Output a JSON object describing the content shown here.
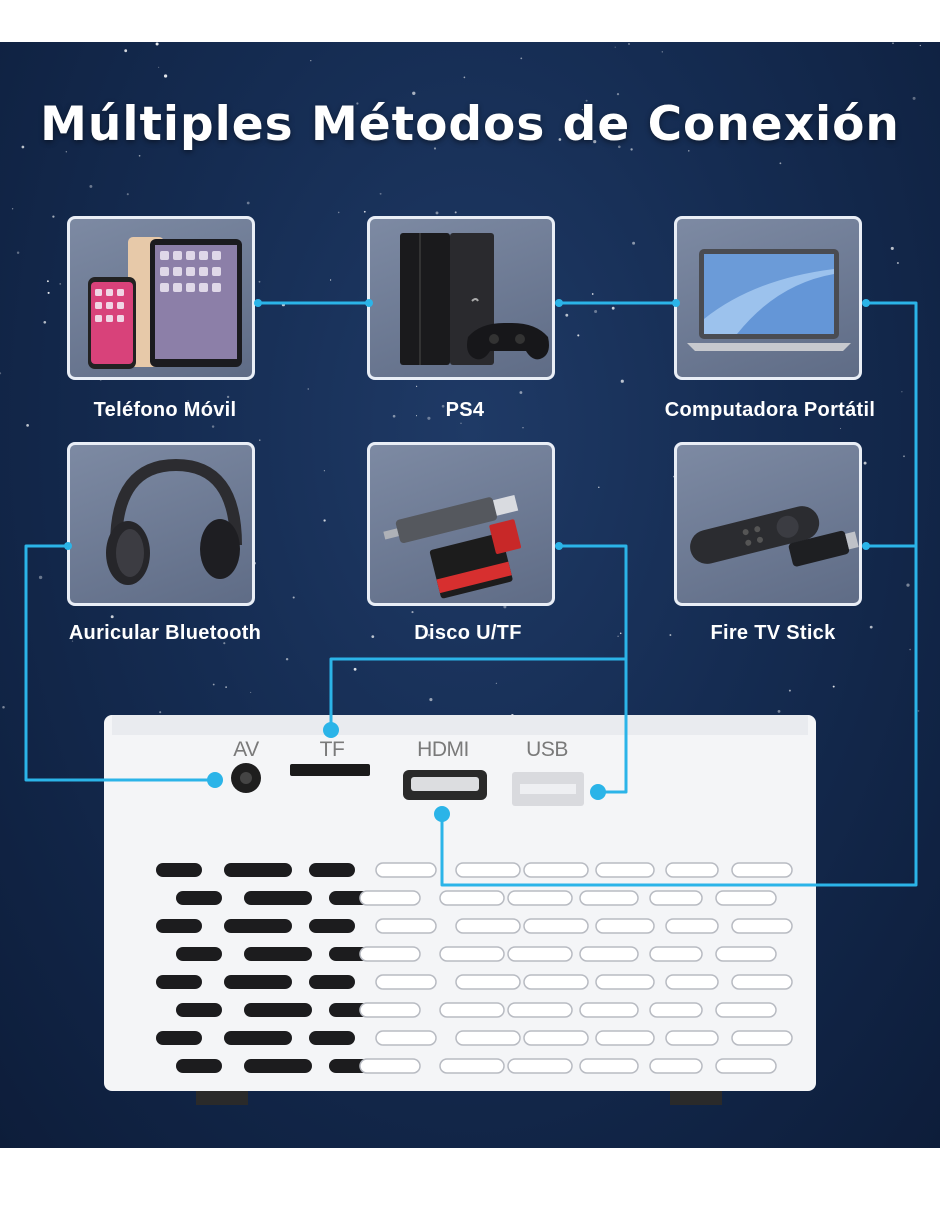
{
  "title": "Múltiples Métodos de Conexión",
  "devices": {
    "phone": "Teléfono Móvil",
    "ps4": "PS4",
    "laptop": "Computadora Portátil",
    "headphones": "Auricular Bluetooth",
    "usb_tf": "Disco U/TF",
    "firetv": "Fire TV Stick"
  },
  "ports": {
    "av": "AV",
    "tf": "TF",
    "hdmi": "HDMI",
    "usb": "USB"
  },
  "colors": {
    "wire": "#2bb4e8",
    "background": "#152c52",
    "card_border": "#e9eef6",
    "projector_body": "#ffffff"
  }
}
